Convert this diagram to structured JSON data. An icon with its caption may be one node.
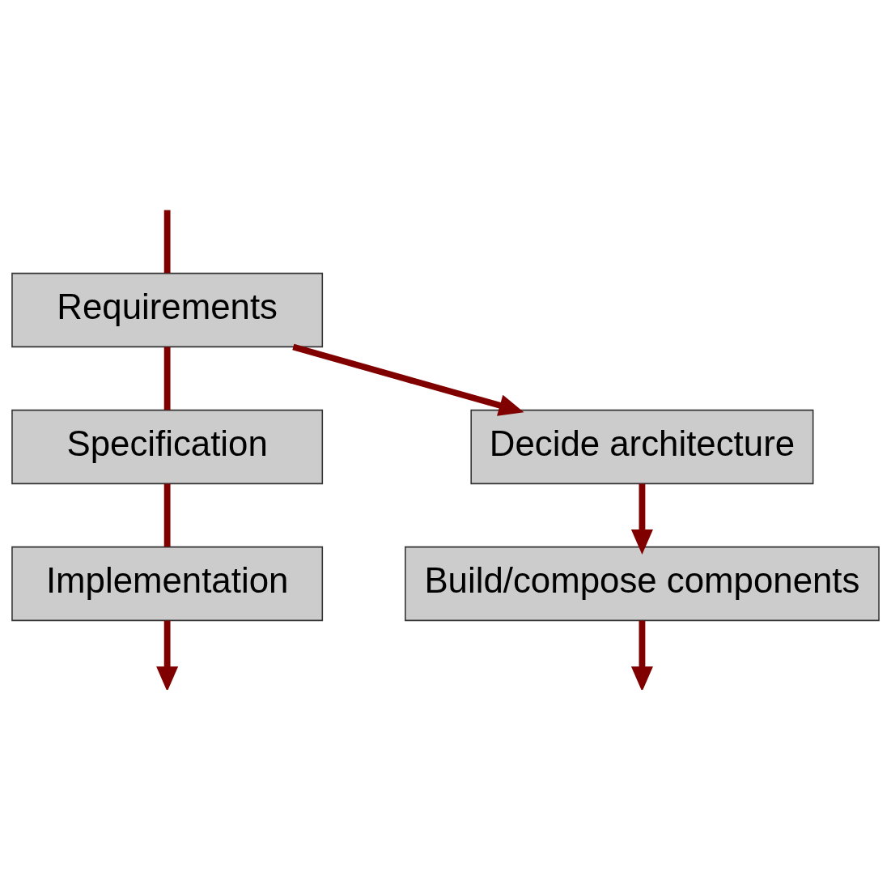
{
  "diagram": {
    "nodes": [
      {
        "text": [
          "Requirements"
        ]
      },
      {
        "text": [
          "Specification"
        ]
      },
      {
        "text": [
          "Decide architecture"
        ]
      },
      {
        "text": [
          "Implementation"
        ]
      },
      {
        "text": [
          "Build/compose components"
        ]
      }
    ],
    "edges": [
      {
        "from": null,
        "to": 0,
        "arrow": "none"
      },
      {
        "from": 0,
        "to": 1,
        "arrow": "none"
      },
      {
        "from": 1,
        "to": 3,
        "arrow": "none"
      },
      {
        "from": 3,
        "to": null,
        "arrow": "to"
      },
      {
        "from": 0,
        "to": 2,
        "arrow": "to"
      },
      {
        "from": 2,
        "to": 4,
        "arrow": "to"
      },
      {
        "from": 4,
        "to": null,
        "arrow": "to"
      }
    ]
  }
}
